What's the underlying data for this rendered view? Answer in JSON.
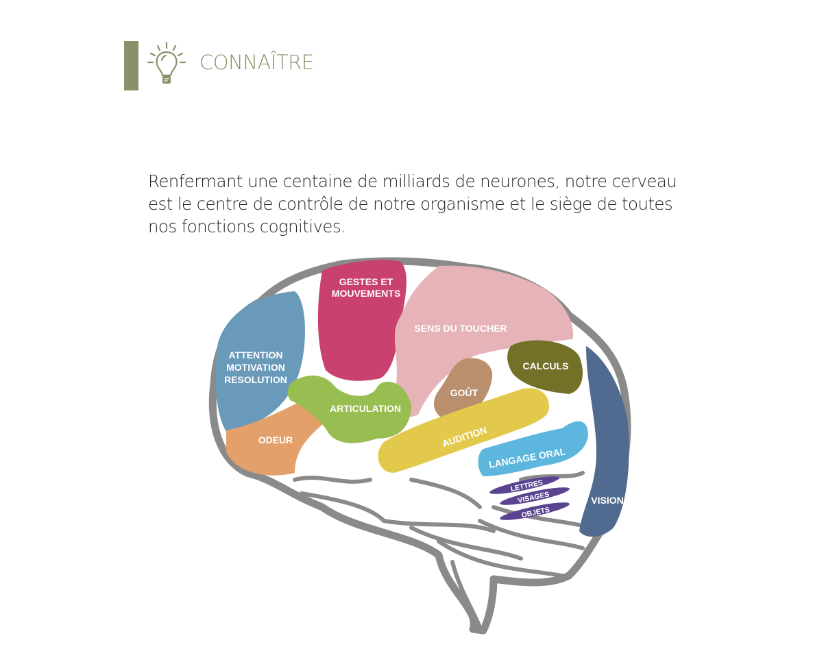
{
  "header": {
    "title": "CONNAÎTRE",
    "icon": "lightbulb-icon"
  },
  "intro": [
    "Renfermant une centaine de milliards de neurones, notre cerveau",
    "est le centre de contrôle de notre organisme et le siège de toutes",
    "nos fonctions cognitives."
  ],
  "regions": {
    "attention": [
      "ATTENTION",
      "MOTIVATION",
      "RESOLUTION"
    ],
    "gestes": [
      "GESTES ET",
      "MOUVEMENTS"
    ],
    "toucher": "SENS DU TOUCHER",
    "calculs": "CALCULS",
    "gout": "GOÛT",
    "articulation": "ARTICULATION",
    "odeur": "ODEUR",
    "audition": "AUDITION",
    "langage": "LANGAGE ORAL",
    "lettres": "LETTRES",
    "visages": "VISAGES",
    "objets": "OBJETS",
    "vision": "VISION"
  },
  "colors": {
    "accent": "#8a9069",
    "attention": "#6a9aba",
    "odeur": "#e4a06b",
    "gestes": "#c9416f",
    "toucher": "#e6b4b8",
    "articulation": "#98bd50",
    "gout": "#b98f6e",
    "calculs": "#737028",
    "audition": "#e3c94b",
    "langage": "#5cb6dd",
    "vision": "#516a8f",
    "purple": "#5a4490"
  }
}
